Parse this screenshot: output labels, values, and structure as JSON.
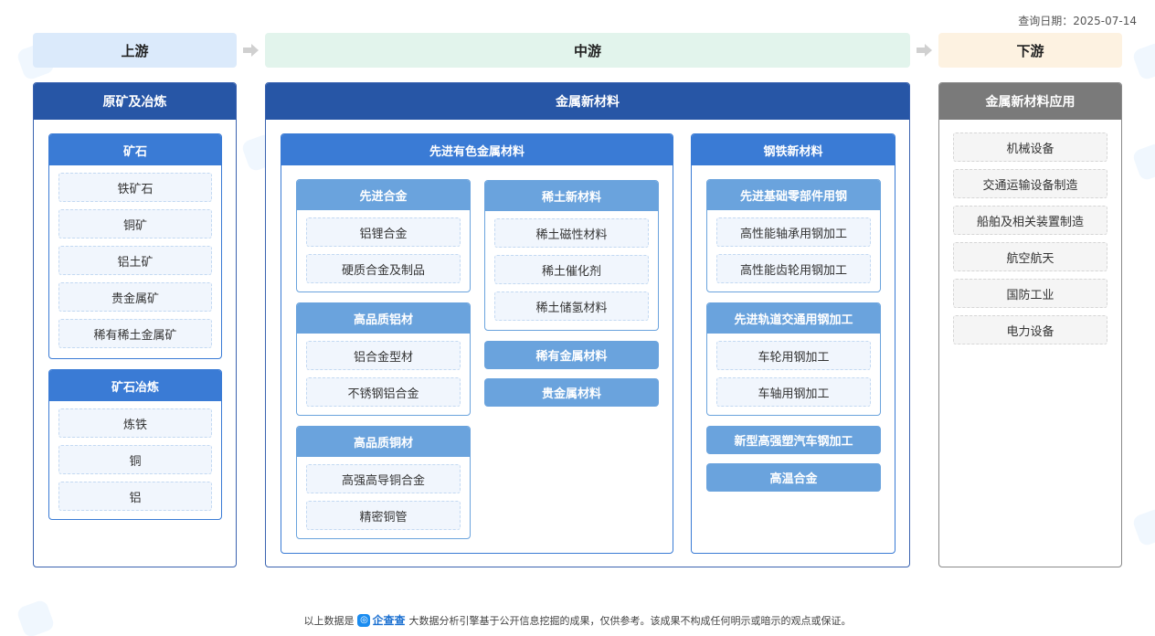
{
  "query_date": "查询日期：2025-07-14",
  "stages": {
    "upstream": {
      "label": "上游",
      "color": "#dbeafb"
    },
    "midstream": {
      "label": "中游",
      "color": "#e2f4ec"
    },
    "downstream": {
      "label": "下游",
      "color": "#fdf2e1"
    }
  },
  "upstream": {
    "title": "原矿及冶炼",
    "groups": [
      {
        "title": "矿石",
        "items": [
          "铁矿石",
          "铜矿",
          "铝土矿",
          "贵金属矿",
          "稀有稀土金属矿"
        ]
      },
      {
        "title": "矿石冶炼",
        "items": [
          "炼铁",
          "铜",
          "铝"
        ]
      }
    ]
  },
  "midstream": {
    "title": "金属新材料",
    "nonferrous": {
      "title": "先进有色金属材料",
      "subs": [
        {
          "title": "先进合金",
          "items": [
            "铝锂合金",
            "硬质合金及制品"
          ]
        },
        {
          "title": "高品质铝材",
          "items": [
            "铝合金型材",
            "不锈钢铝合金"
          ]
        },
        {
          "title": "高品质铜材",
          "items": [
            "高强高导铜合金",
            "精密铜管"
          ]
        },
        {
          "title": "稀土新材料",
          "items": [
            "稀土磁性材料",
            "稀土催化剂",
            "稀土储氢材料"
          ]
        }
      ],
      "pills": [
        "稀有金属材料",
        "贵金属材料"
      ]
    },
    "steel": {
      "title": "钢铁新材料",
      "subs": [
        {
          "title": "先进基础零部件用钢",
          "items": [
            "高性能轴承用钢加工",
            "高性能齿轮用钢加工"
          ]
        },
        {
          "title": "先进轨道交通用钢加工",
          "items": [
            "车轮用钢加工",
            "车轴用钢加工"
          ]
        }
      ],
      "pills": [
        "新型高强塑汽车钢加工",
        "高温合金"
      ]
    }
  },
  "downstream": {
    "title": "金属新材料应用",
    "items": [
      "机械设备",
      "交通运输设备制造",
      "船舶及相关装置制造",
      "航空航天",
      "国防工业",
      "电力设备"
    ]
  },
  "footer": {
    "prefix": "以上数据是",
    "logo_icon": "qcc-logo-icon",
    "logo_text": "企查查",
    "suffix": "大数据分析引擎基于公开信息挖掘的成果，仅供参考。该成果不构成任何明示或暗示的观点或保证。"
  },
  "colors": {
    "col_head_blue": "#2756a6",
    "group_head": "#3a7bd5",
    "sub_head": "#6aa3dd",
    "downstream_head": "#7a7a7a"
  }
}
